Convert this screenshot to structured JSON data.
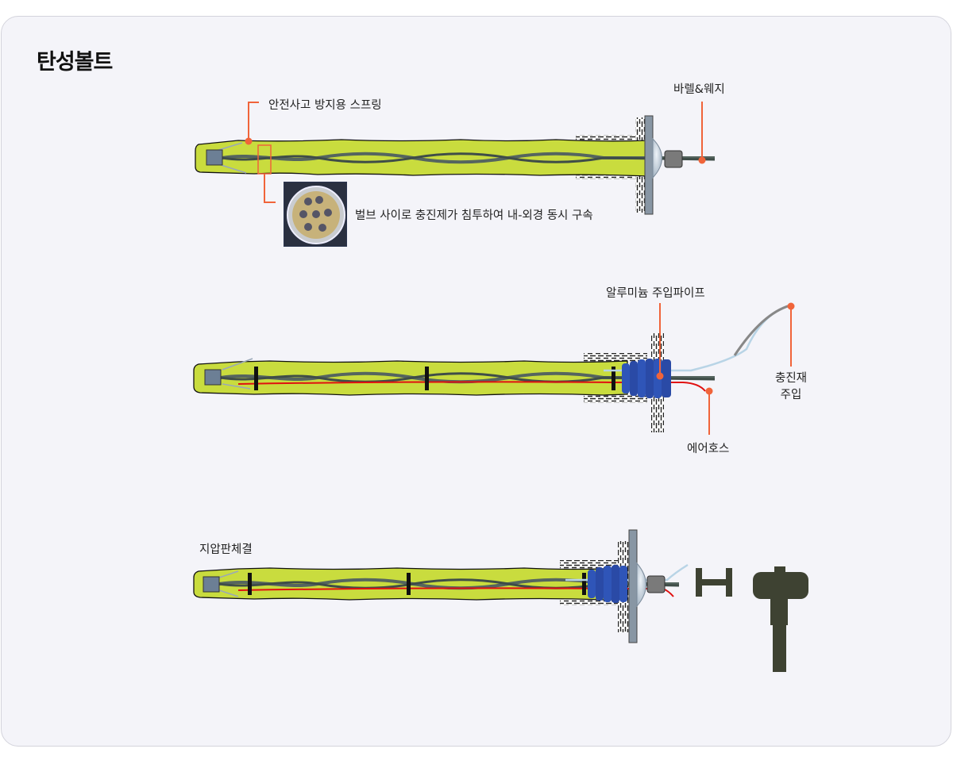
{
  "title": "탄성볼트",
  "diagram1": {
    "label_spring": "안전사고 방지용 스프링",
    "label_barrel": "바렐&웨지",
    "label_inset": "벌브 사이로 충진제가 침투하여 내-외경 동시 구속"
  },
  "diagram2": {
    "label_pipe": "알루미늄 주입파이프",
    "label_fill_line1": "충진재",
    "label_fill_line2": "주입",
    "label_air": "에어호스"
  },
  "diagram3": {
    "label_fasten": "지압판체결"
  },
  "colors": {
    "grout": "#c9dc3e",
    "callout": "#f0643a",
    "rebar": "#5a6b66",
    "packer": "#2f55b8",
    "air_hose": "#e01010",
    "tool": "#3e4232"
  }
}
